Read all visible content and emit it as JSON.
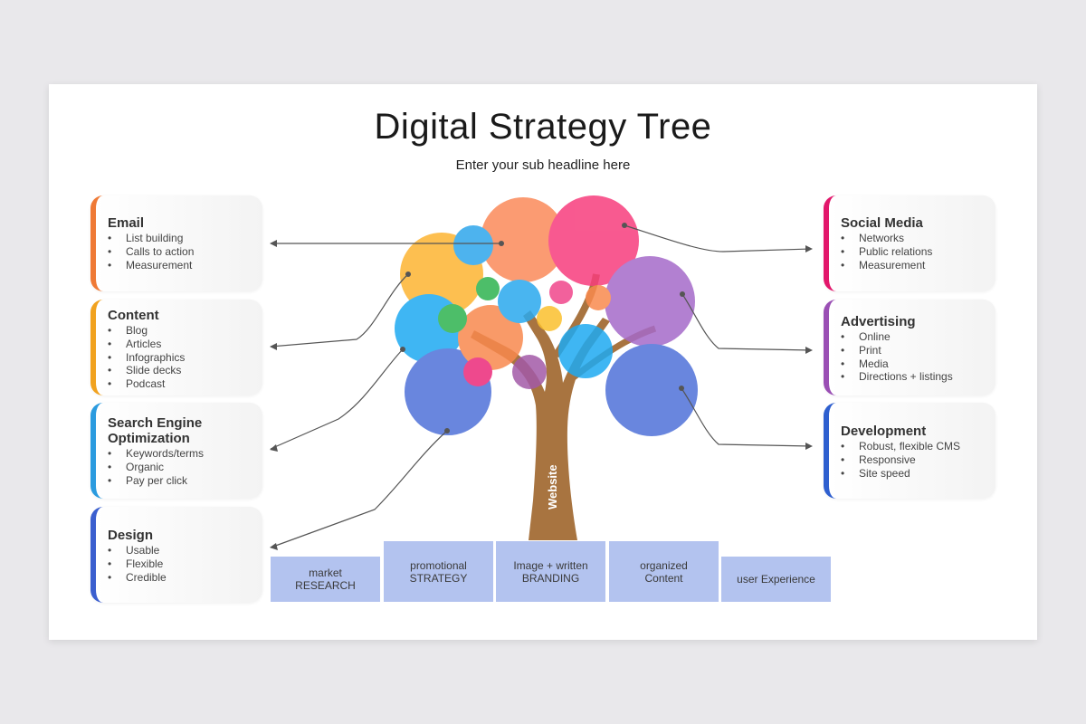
{
  "title": "Digital Strategy Tree",
  "subtitle": "Enter your sub headline here",
  "trunk_label": "Website",
  "colors": {
    "email": "#ef7a36",
    "content": "#f1a21f",
    "seo": "#2b9bdf",
    "design": "#3b5fcf",
    "social": "#e2176b",
    "advertising": "#9a4fb4",
    "development": "#2e5fcf",
    "trunk": "#a87440",
    "base": "#b3c3ef"
  },
  "left_cards": [
    {
      "title": "Email",
      "items": [
        "List building",
        "Calls to action",
        "Measurement"
      ]
    },
    {
      "title": "Content",
      "items": [
        "Blog",
        "Articles",
        "Infographics",
        "Slide decks",
        "Podcast"
      ]
    },
    {
      "title": "Search Engine Optimization",
      "items": [
        "Keywords/terms",
        "Organic",
        "Pay per click"
      ]
    },
    {
      "title": "Design",
      "items": [
        "Usable",
        "Flexible",
        "Credible"
      ]
    }
  ],
  "right_cards": [
    {
      "title": "Social Media",
      "items": [
        "Networks",
        "Public relations",
        "Measurement"
      ]
    },
    {
      "title": "Advertising",
      "items": [
        "Online",
        "Print",
        "Media",
        "Directions + listings"
      ]
    },
    {
      "title": "Development",
      "items": [
        "Robust, flexible CMS",
        "Responsive",
        "Site speed"
      ]
    }
  ],
  "base_boxes": [
    "market\nRESEARCH",
    "promotional\nSTRATEGY",
    "Image + written\nBRANDING",
    "organized\nContent",
    "user Experience"
  ]
}
